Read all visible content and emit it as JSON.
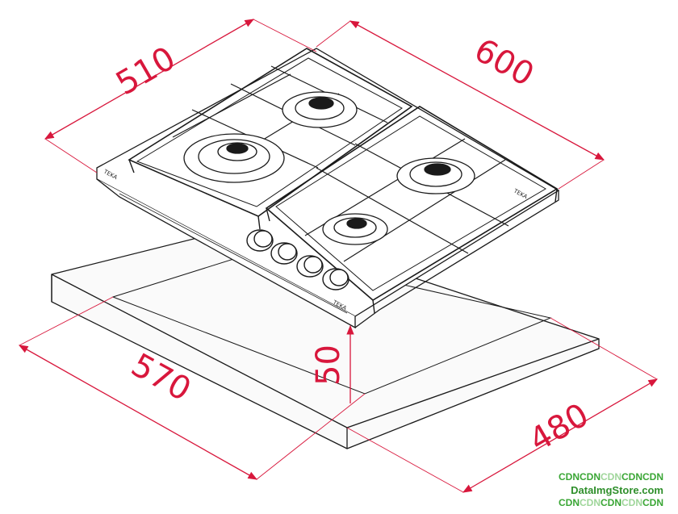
{
  "dimensions": {
    "hob_width": "600",
    "hob_depth": "510",
    "height": "50",
    "cutout_width": "570",
    "cutout_depth": "480"
  },
  "brand_labels": {
    "front_left": "TEKA",
    "front_right": "TEKA",
    "side": "TEKA"
  },
  "colors": {
    "dimension": "#d8173c",
    "line": "#1a1a1a"
  },
  "watermark": {
    "line1_a": "CDNCDN",
    "line1_b": "CDN",
    "line1_c": "CDNCDN",
    "line2": "DataImgStore.com",
    "line3_a": "CDN",
    "line3_b": "CDN",
    "line3_c": "CDN",
    "line3_d": "CDN",
    "line3_e": "CDN"
  }
}
